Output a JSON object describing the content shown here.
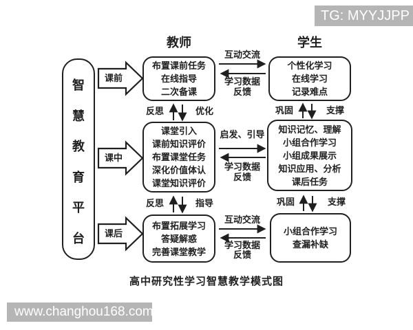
{
  "colors": {
    "ink": "#1f1f1f",
    "badge_bg": "#b5b5b5",
    "badge_text": "#ffffff",
    "background": "#ffffff"
  },
  "badges": {
    "top_right": "TG: MYYJJPP",
    "bottom_left": "www.changhou168.com"
  },
  "headers": {
    "teacher": "教师",
    "student": "学生"
  },
  "platform": {
    "label": "智慧教育平台",
    "chars": [
      "智",
      "慧",
      "教",
      "育",
      "平",
      "台"
    ]
  },
  "phase_arrows": [
    {
      "label": "课前"
    },
    {
      "label": "课中"
    },
    {
      "label": "课后"
    }
  ],
  "teacher_boxes": [
    {
      "lines": [
        "布置课前任务",
        "在线指导",
        "二次备课"
      ]
    },
    {
      "lines": [
        "课堂引入",
        "课前知识评价",
        "布置课堂任务",
        "深化价值体认",
        "课堂知识评价"
      ]
    },
    {
      "lines": [
        "布置拓展学习",
        "答疑解惑",
        "完善课堂教学"
      ]
    }
  ],
  "student_boxes": [
    {
      "lines": [
        "个性化学习",
        "在线学习",
        "记录难点"
      ]
    },
    {
      "lines": [
        "知识记忆、理解",
        "小组合作学习",
        "小组成果展示",
        "知识应用、分析",
        "课后任务"
      ]
    },
    {
      "lines": [
        "小组合作学习",
        "查漏补缺"
      ]
    }
  ],
  "horizontal_links": [
    {
      "forward": "互动交流",
      "back_line1": "学习数据",
      "back_line2": "反馈"
    },
    {
      "forward": "启发、引导",
      "back_line1": "学习数据",
      "back_line2": "反馈"
    },
    {
      "forward": "互动交流",
      "back_line1": "学习数据",
      "back_line2": "反馈"
    }
  ],
  "vertical_links": [
    {
      "column": "teacher",
      "left": "反思",
      "right": "优化"
    },
    {
      "column": "teacher",
      "left": "反思",
      "right": "指导"
    },
    {
      "column": "student",
      "left": "巩固",
      "right": "支撑"
    },
    {
      "column": "student",
      "left": "巩固",
      "right": "支撑"
    }
  ],
  "caption": "高中研究性学习智慧教学模式图"
}
